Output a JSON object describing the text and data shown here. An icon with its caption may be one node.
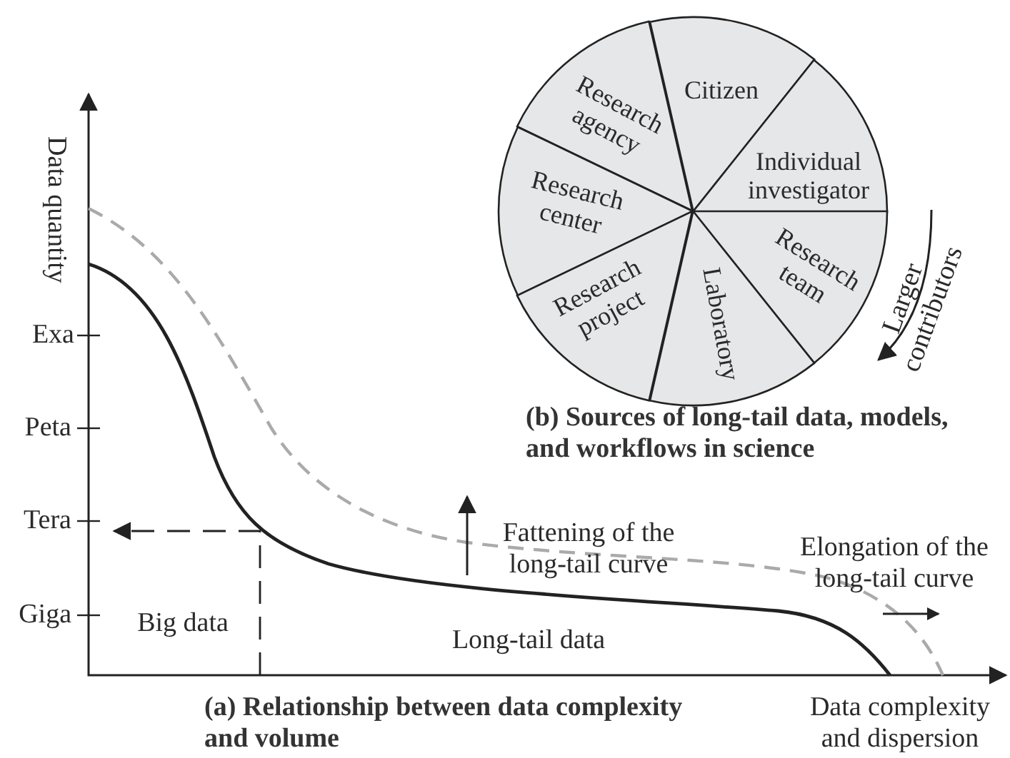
{
  "diagram": {
    "nodes": [
      {
        "text": [
          "Research agency"
        ]
      },
      {
        "text": [
          "Citizen"
        ]
      },
      {
        "text": [
          "Individual investigator"
        ]
      },
      {
        "text": [
          "Research center"
        ]
      },
      {
        "text": [
          "Research team"
        ]
      },
      {
        "text": [
          "Research project"
        ]
      },
      {
        "text": [
          "Laboratory"
        ]
      }
    ],
    "labels": [
      "Data quantity",
      "Exa",
      "Peta",
      "Tera",
      "Giga",
      "Larger contributors",
      "(b) Sources of long-tail data, models, and workflows in science",
      "Fattening of the long-tail curve",
      "Elongation of the long-tail curve",
      "Big data",
      "Long-tail data",
      "(a) Relationship between data complexity and volume",
      "Data complexity and dispersion"
    ]
  }
}
